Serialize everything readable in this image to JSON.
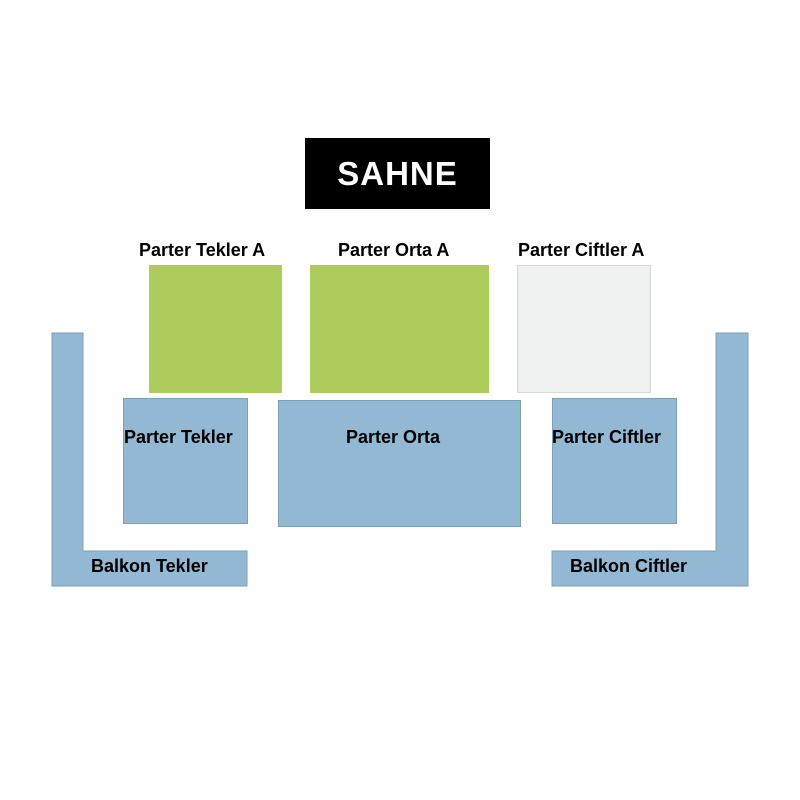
{
  "stage": {
    "label": "SAHNE"
  },
  "sections": {
    "parter_tekler_a": {
      "label": "Parter Tekler A"
    },
    "parter_orta_a": {
      "label": "Parter Orta A"
    },
    "parter_ciftler_a": {
      "label": "Parter Ciftler A"
    },
    "parter_tekler": {
      "label": "Parter Tekler"
    },
    "parter_orta": {
      "label": "Parter Orta"
    },
    "parter_ciftler": {
      "label": "Parter Ciftler"
    },
    "balkon_tekler": {
      "label": "Balkon Tekler"
    },
    "balkon_ciftler": {
      "label": "Balkon Ciftler"
    }
  },
  "colors": {
    "available_blue": "#92b8d4",
    "premium_green": "#adcc5b",
    "unavailable_grey": "#eff0f0",
    "stage_black": "#000000"
  }
}
